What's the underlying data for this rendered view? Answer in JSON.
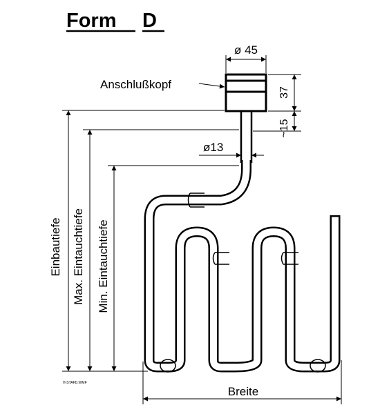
{
  "title": {
    "form": "Form",
    "letter": "D"
  },
  "labels": {
    "connection_head": "Anschlußkopf",
    "installation_depth": "Einbautiefe",
    "max_immersion_depth": "Max. Eintauchtiefe",
    "min_immersion_depth": "Min. Eintauchtiefe",
    "width": "Breite"
  },
  "dimensions": {
    "head_diameter": "ø 45",
    "head_height": "37",
    "neck_length": "~15",
    "tube_diameter": "ø13"
  },
  "file_tag": "H-STAFD.WMF"
}
